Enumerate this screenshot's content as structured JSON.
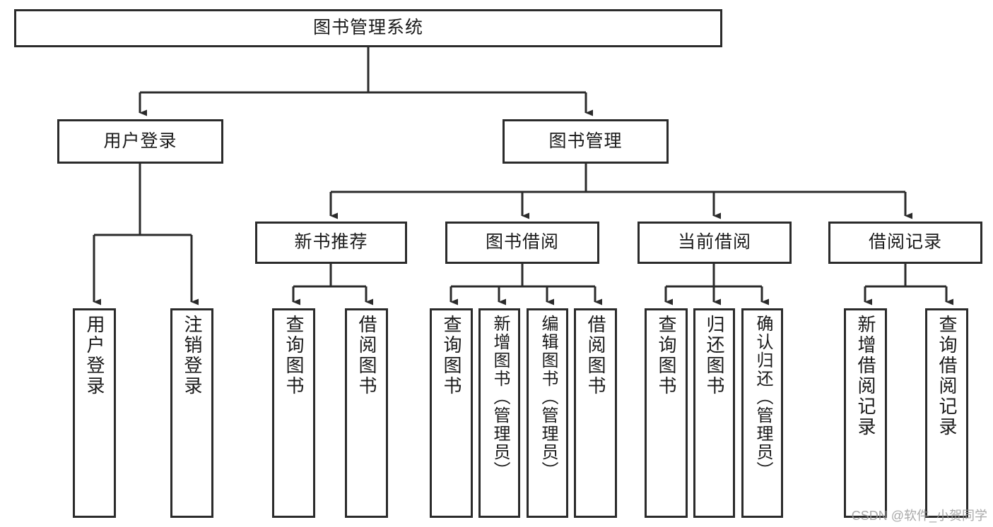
{
  "diagram": {
    "type": "tree-hierarchy",
    "title": "图书管理系统",
    "orientation": "top-down",
    "colors": {
      "box_border": "#2b2b2b",
      "box_fill": "#ffffff",
      "connector": "#2b2b2b",
      "text": "#1a1a1a",
      "watermark": "#9a9a9a"
    },
    "root": {
      "label": "图书管理系统"
    },
    "level2": [
      {
        "id": "user-login",
        "label": "用户登录"
      },
      {
        "id": "book-management",
        "label": "图书管理"
      }
    ],
    "level3": [
      {
        "id": "new-book-recommend",
        "label": "新书推荐"
      },
      {
        "id": "book-borrow",
        "label": "图书借阅"
      },
      {
        "id": "current-borrow",
        "label": "当前借阅"
      },
      {
        "id": "borrow-record",
        "label": "借阅记录"
      }
    ],
    "leaves": {
      "user_login": [
        {
          "id": "leaf-user-login",
          "label": "用户登录"
        },
        {
          "id": "leaf-logout-login",
          "label": "注销登录"
        }
      ],
      "new_book_recommend": [
        {
          "id": "leaf-query-book-1",
          "label": "查询图书"
        },
        {
          "id": "leaf-borrow-book-1",
          "label": "借阅图书"
        }
      ],
      "book_borrow": [
        {
          "id": "leaf-query-book-2",
          "label": "查询图书"
        },
        {
          "id": "leaf-add-book",
          "label": "新增图书（管理员）"
        },
        {
          "id": "leaf-edit-book",
          "label": "编辑图书（管理员）"
        },
        {
          "id": "leaf-borrow-book-2",
          "label": "借阅图书"
        }
      ],
      "current_borrow": [
        {
          "id": "leaf-query-book-3",
          "label": "查询图书"
        },
        {
          "id": "leaf-return-book",
          "label": "归还图书"
        },
        {
          "id": "leaf-confirm-return",
          "label": "确认归还（管理员）"
        }
      ],
      "borrow_record": [
        {
          "id": "leaf-add-record",
          "label": "新增借阅记录"
        },
        {
          "id": "leaf-query-record",
          "label": "查询借阅记录"
        }
      ]
    },
    "watermark": "CSDN @软件_小贺同学"
  }
}
